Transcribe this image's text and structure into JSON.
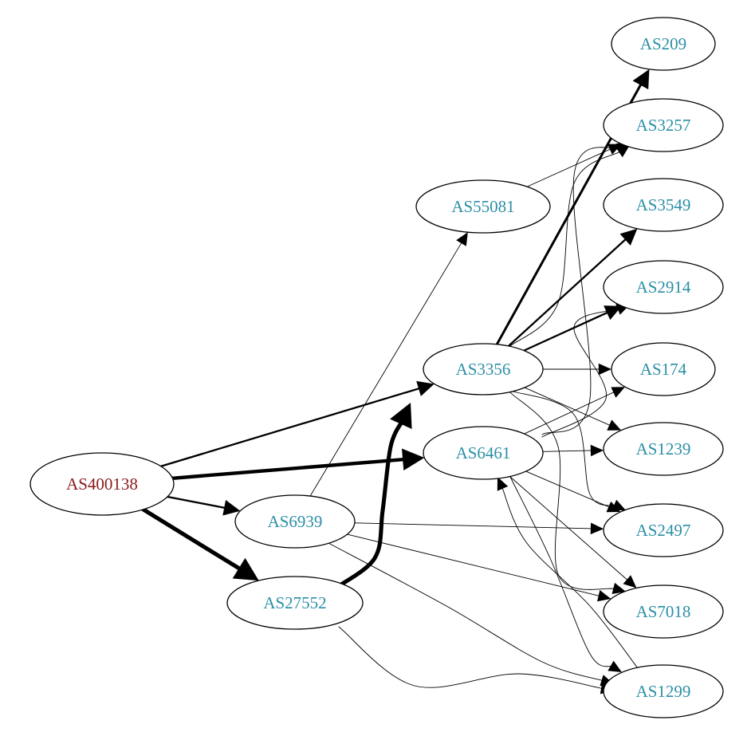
{
  "graph": {
    "colors": {
      "origin_label": "#8b1a1a",
      "node_label": "#2b8fa6",
      "edge": "#000000",
      "node_border": "#000000",
      "background": "#ffffff"
    },
    "nodes": [
      {
        "id": "as400138",
        "label": "AS400138",
        "role": "origin"
      },
      {
        "id": "as6939",
        "label": "AS6939",
        "role": "transit"
      },
      {
        "id": "as27552",
        "label": "AS27552",
        "role": "transit"
      },
      {
        "id": "as55081",
        "label": "AS55081",
        "role": "transit"
      },
      {
        "id": "as3356",
        "label": "AS3356",
        "role": "transit"
      },
      {
        "id": "as6461",
        "label": "AS6461",
        "role": "transit"
      },
      {
        "id": "as209",
        "label": "AS209",
        "role": "transit"
      },
      {
        "id": "as3257",
        "label": "AS3257",
        "role": "transit"
      },
      {
        "id": "as3549",
        "label": "AS3549",
        "role": "transit"
      },
      {
        "id": "as2914",
        "label": "AS2914",
        "role": "transit"
      },
      {
        "id": "as174",
        "label": "AS174",
        "role": "transit"
      },
      {
        "id": "as1239",
        "label": "AS1239",
        "role": "transit"
      },
      {
        "id": "as2497",
        "label": "AS2497",
        "role": "transit"
      },
      {
        "id": "as7018",
        "label": "AS7018",
        "role": "transit"
      },
      {
        "id": "as1299",
        "label": "AS1299",
        "role": "transit"
      }
    ],
    "edges": [
      {
        "from": "as400138",
        "to": "as3356",
        "weight": 3
      },
      {
        "from": "as400138",
        "to": "as6461",
        "weight": 6
      },
      {
        "from": "as400138",
        "to": "as6939",
        "weight": 3
      },
      {
        "from": "as400138",
        "to": "as27552",
        "weight": 7
      },
      {
        "from": "as27552",
        "to": "as3356",
        "weight": 7
      },
      {
        "from": "as27552",
        "to": "as1299",
        "weight": 1
      },
      {
        "from": "as6939",
        "to": "as55081",
        "weight": 1
      },
      {
        "from": "as6939",
        "to": "as2497",
        "weight": 1
      },
      {
        "from": "as6939",
        "to": "as7018",
        "weight": 1
      },
      {
        "from": "as6939",
        "to": "as1299",
        "weight": 1
      },
      {
        "from": "as55081",
        "to": "as3257",
        "weight": 1
      },
      {
        "from": "as3356",
        "to": "as209",
        "weight": 4
      },
      {
        "from": "as3356",
        "to": "as3257",
        "weight": 1
      },
      {
        "from": "as3356",
        "to": "as3549",
        "weight": 3
      },
      {
        "from": "as3356",
        "to": "as2914",
        "weight": 3
      },
      {
        "from": "as3356",
        "to": "as174",
        "weight": 1
      },
      {
        "from": "as3356",
        "to": "as1239",
        "weight": 1
      },
      {
        "from": "as3356",
        "to": "as2497",
        "weight": 1
      },
      {
        "from": "as3356",
        "to": "as7018",
        "weight": 1
      },
      {
        "from": "as6461",
        "to": "as3257",
        "weight": 1
      },
      {
        "from": "as6461",
        "to": "as2914",
        "weight": 1
      },
      {
        "from": "as6461",
        "to": "as174",
        "weight": 1
      },
      {
        "from": "as6461",
        "to": "as1239",
        "weight": 1
      },
      {
        "from": "as6461",
        "to": "as2497",
        "weight": 1
      },
      {
        "from": "as6461",
        "to": "as7018",
        "weight": 1
      },
      {
        "from": "as6461",
        "to": "as1299",
        "weight": 1
      },
      {
        "from": "as1299",
        "to": "as6461",
        "weight": 1
      }
    ]
  }
}
